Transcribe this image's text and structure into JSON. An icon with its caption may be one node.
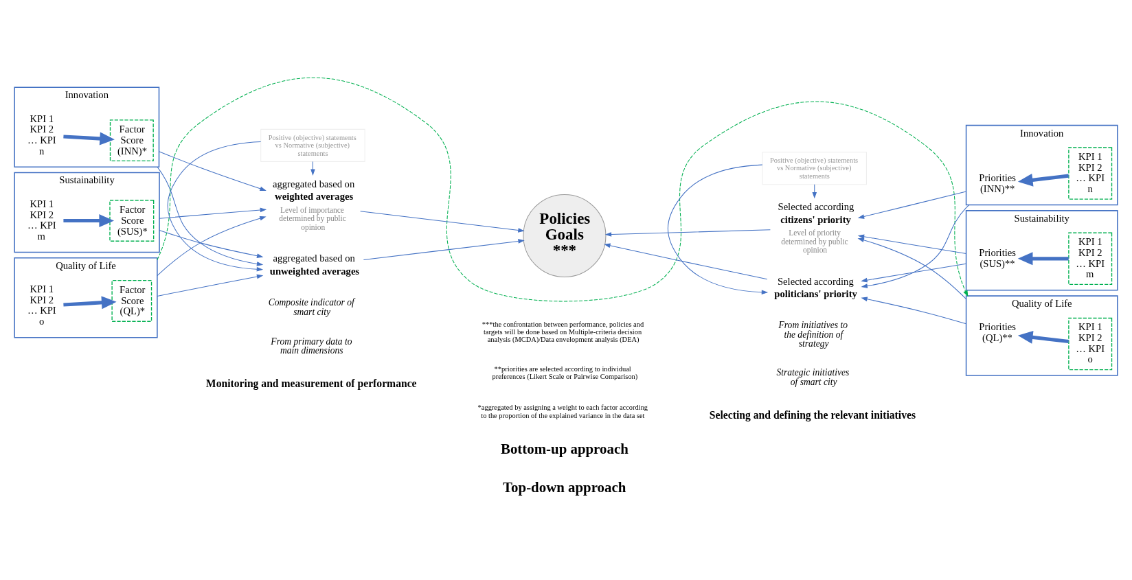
{
  "diagram": {
    "nodes": [
      {
        "text": [
          "Innovation"
        ]
      },
      {
        "text": [
          "KPI 1 KPI 2 … KPI n"
        ],
        "in": 0
      },
      {
        "text": [
          "Factor Score (INN)*"
        ],
        "in": 0
      },
      {
        "text": [
          "Sustainability"
        ]
      },
      {
        "text": [
          "KPI 1 KPI 2 … KPI m"
        ],
        "in": 3
      },
      {
        "text": [
          "Factor Score (SUS)*"
        ],
        "in": 3
      },
      {
        "text": [
          "Quality of Life"
        ]
      },
      {
        "text": [
          "KPI 1 KPI 2 … KPI o"
        ],
        "in": 6
      },
      {
        "text": [
          "Factor Score (QL)*"
        ],
        "in": 6
      },
      {
        "text": [
          "aggregated based on",
          "unweighted averages"
        ]
      },
      {
        "text": [
          "Positive (objective) statements vs Normative (subjective) statements"
        ]
      },
      {
        "text": [
          "aggregated based on",
          "weighted averages"
        ],
        "beside": [
          "Level of importance determined by public opinion"
        ]
      },
      {
        "text": [
          "Policies Goals ***"
        ]
      },
      {
        "text": [
          "Selected according",
          "politicians' priority"
        ]
      },
      {
        "text": [
          "Positive (objective) statements vs Normative (subjective) statements"
        ]
      },
      {
        "text": [
          "Selected according",
          "citizens' priority"
        ],
        "beside": [
          "Level of priority determined by public opinion"
        ]
      },
      {
        "text": [
          "Innovation"
        ]
      },
      {
        "text": [
          "Priorities (INN)**"
        ],
        "in": 16
      },
      {
        "text": [
          "KPI 1 KPI 2 … KPI n"
        ],
        "in": 16
      },
      {
        "text": [
          "Sustainability"
        ]
      },
      {
        "text": [
          "Priorities (SUS)**"
        ],
        "in": 19
      },
      {
        "text": [
          "KPI 1 KPI 2 … KPI m"
        ],
        "in": 19
      },
      {
        "text": [
          "Quality of Life"
        ]
      },
      {
        "text": [
          "Priorities (QL)**"
        ],
        "in": 22
      },
      {
        "text": [
          "KPI 1 KPI 2 … KPI o"
        ],
        "in": 22
      }
    ],
    "edges": [
      {
        "from": 1,
        "to": 2,
        "arrow": "to",
        "style": "thick"
      },
      {
        "from": 4,
        "to": 5,
        "arrow": "to",
        "style": "thick"
      },
      {
        "from": 7,
        "to": 8,
        "arrow": "to",
        "style": "thick"
      },
      {
        "from": 0,
        "to": 9,
        "arrow": "to"
      },
      {
        "from": 0,
        "to": 11,
        "arrow": "to"
      },
      {
        "from": 3,
        "to": 9,
        "arrow": "to"
      },
      {
        "from": 3,
        "to": 11,
        "arrow": "to"
      },
      {
        "from": 6,
        "to": 9,
        "arrow": "to"
      },
      {
        "from": 6,
        "to": 11,
        "arrow": "to"
      },
      {
        "from": 10,
        "to": 9,
        "arrow": "to"
      },
      {
        "from": 10,
        "to": 11,
        "arrow": "to"
      },
      {
        "from": 9,
        "to": 12,
        "arrow": "to"
      },
      {
        "from": 11,
        "to": 12,
        "arrow": "to"
      },
      {
        "from": 13,
        "to": 12,
        "arrow": "to"
      },
      {
        "from": 15,
        "to": 12,
        "arrow": "to"
      },
      {
        "from": 14,
        "to": 13,
        "arrow": "to"
      },
      {
        "from": 14,
        "to": 15,
        "arrow": "to"
      },
      {
        "from": 16,
        "to": 13,
        "arrow": "to"
      },
      {
        "from": 16,
        "to": 15,
        "arrow": "to"
      },
      {
        "from": 19,
        "to": 13,
        "arrow": "to"
      },
      {
        "from": 19,
        "to": 15,
        "arrow": "to"
      },
      {
        "from": 22,
        "to": 13,
        "arrow": "to"
      },
      {
        "from": 22,
        "to": 15,
        "arrow": "to"
      },
      {
        "from": 18,
        "to": 17,
        "arrow": "to",
        "style": "thick"
      },
      {
        "from": 21,
        "to": 20,
        "arrow": "to",
        "style": "thick"
      },
      {
        "from": 24,
        "to": 23,
        "arrow": "to",
        "style": "thick"
      },
      {
        "from": 6,
        "to": 22,
        "arrow": "to",
        "style": "dashed",
        "color": "#00b050"
      }
    ],
    "labels": [
      "Monitoring and measurement of performance",
      "Selecting and defining the relevant initiatives",
      "From primary data to main dimensions",
      "Composite indicator of smart city",
      "Strategic initiatives of smart city",
      "From initiatives to the definition of strategy",
      "Top-down approach",
      "Bottom-up approach",
      "*aggregated by assigning a weight to each factor according to the proportion of the explained variance in the data set",
      "**priorities are selected according to individual preferences (Likert Scale or Pairwise Comparison)",
      "***the confrontation between performance, policies and targets will be done based on Multiple-criteria decision analysis (MCDA)/Data envelopment analysis (DEA)"
    ]
  }
}
